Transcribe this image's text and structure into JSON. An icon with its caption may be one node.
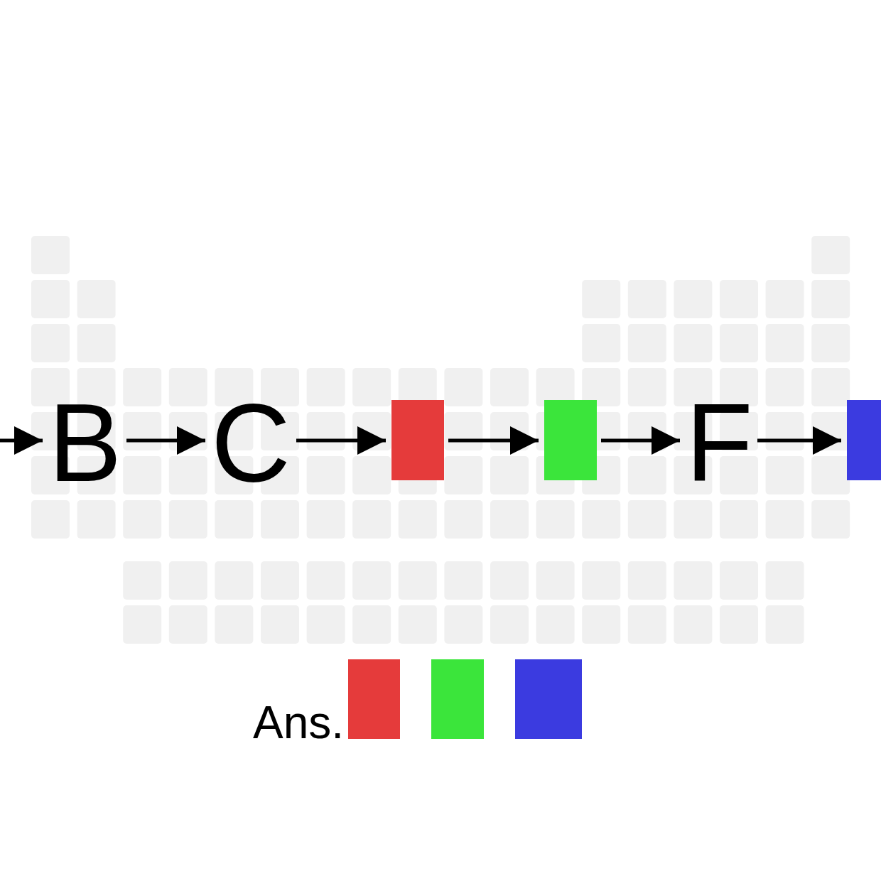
{
  "diagram": {
    "nodes": [
      {
        "text": [
          "B"
        ]
      },
      {
        "text": [
          "C"
        ]
      },
      {
        "text": [],
        "shape": "box"
      },
      {
        "text": [],
        "shape": "box"
      },
      {
        "text": [
          "F"
        ]
      },
      {
        "text": [],
        "shape": "box"
      },
      {
        "text": [],
        "shape": "box"
      },
      {
        "text": [],
        "shape": "box"
      },
      {
        "text": [],
        "shape": "box"
      }
    ],
    "edges": [
      {
        "from": null,
        "to": 0,
        "arrow": "to"
      },
      {
        "from": 0,
        "to": 1,
        "arrow": "to"
      },
      {
        "from": 1,
        "to": 2,
        "arrow": "to"
      },
      {
        "from": 2,
        "to": 3,
        "arrow": "to"
      },
      {
        "from": 3,
        "to": 4,
        "arrow": "to"
      },
      {
        "from": 4,
        "to": 5,
        "arrow": "to"
      }
    ],
    "labels": [
      "Ans."
    ]
  }
}
